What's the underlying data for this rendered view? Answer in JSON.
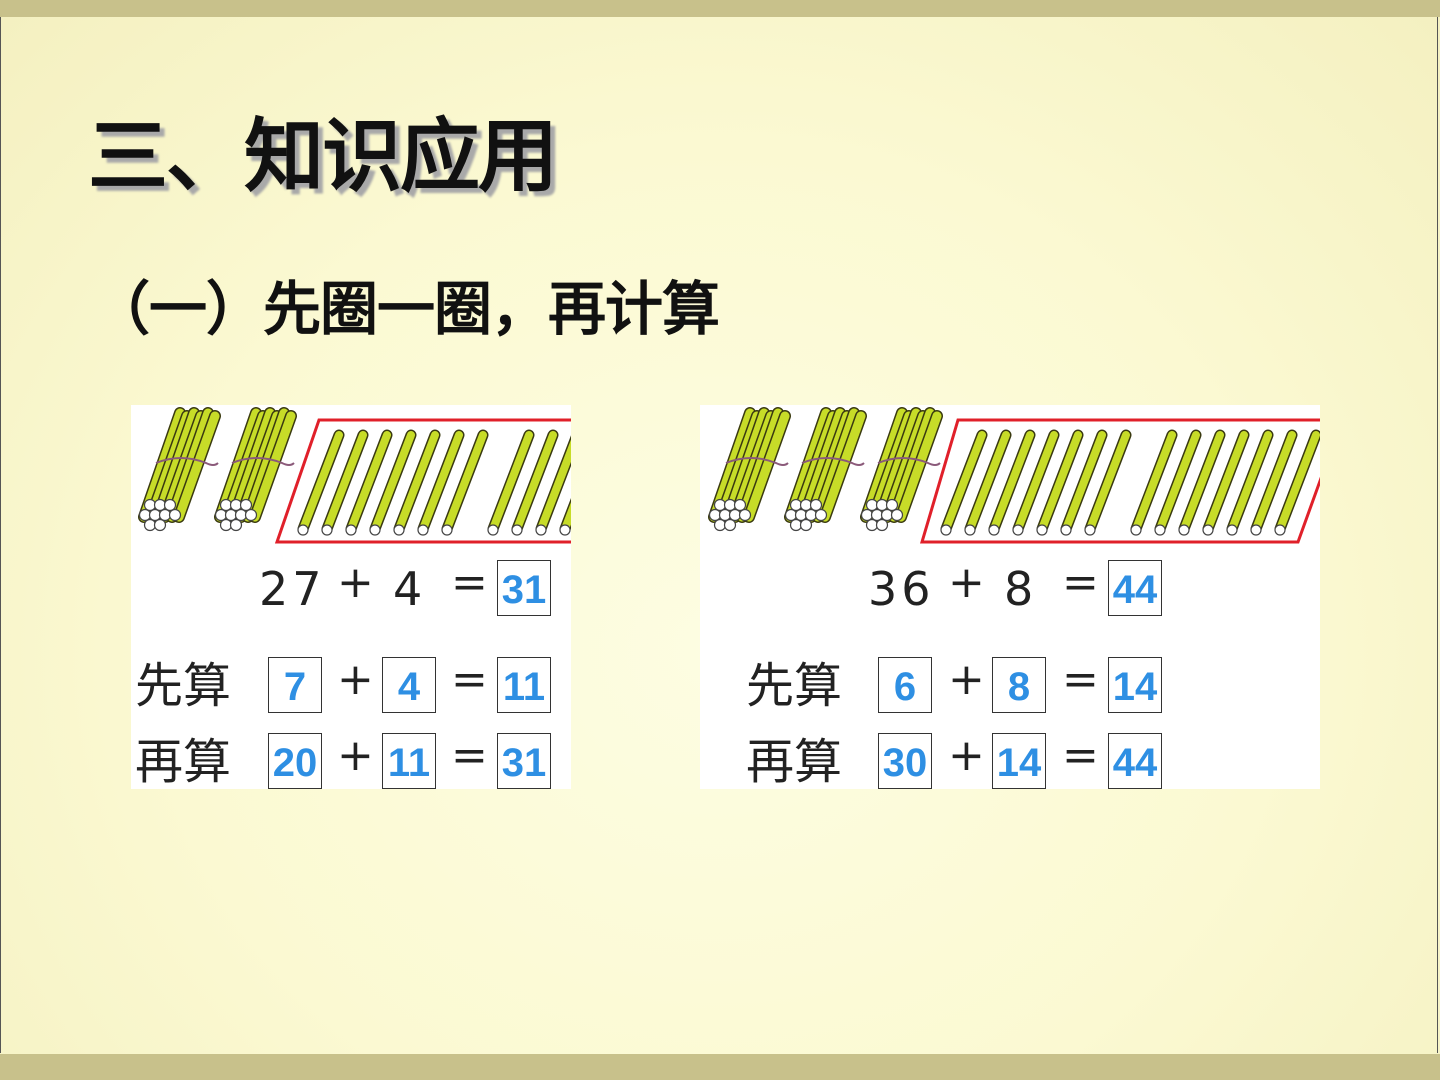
{
  "title": "三、知识应用",
  "subtitle": "（一）先圈一圈，再计算",
  "colors": {
    "answer": "#2e8fe3",
    "circle": "#e0202a",
    "stick": "#c7dc28"
  },
  "exercises": [
    {
      "bundles": 2,
      "loose_sticks": 11,
      "expression": {
        "a": "27",
        "op": "+",
        "b": "4",
        "eq": "=",
        "answer": "31"
      },
      "step1": {
        "label": "先算",
        "a": "7",
        "op": "+",
        "b": "4",
        "eq": "=",
        "result": "11"
      },
      "step2": {
        "label": "再算",
        "a": "20",
        "op": "+",
        "b": "11",
        "eq": "=",
        "result": "31"
      }
    },
    {
      "bundles": 3,
      "loose_sticks": 14,
      "expression": {
        "a": "36",
        "op": "+",
        "b": "8",
        "eq": "=",
        "answer": "44"
      },
      "step1": {
        "label": "先算",
        "a": "6",
        "op": "+",
        "b": "8",
        "eq": "=",
        "result": "14"
      },
      "step2": {
        "label": "再算",
        "a": "30",
        "op": "+",
        "b": "14",
        "eq": "=",
        "result": "44"
      }
    }
  ]
}
